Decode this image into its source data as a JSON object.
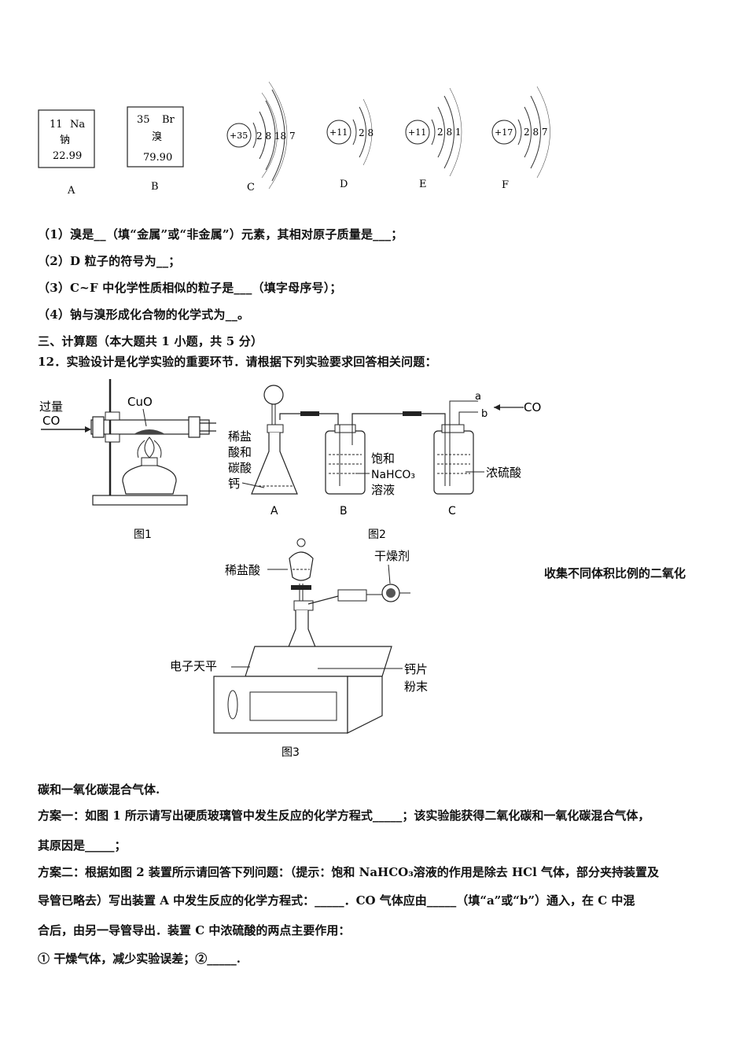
{
  "elements": {
    "A": {
      "number": "11",
      "symbol": "Na",
      "name": "钠",
      "mass": "22.99",
      "label": "A"
    },
    "B": {
      "number": "35",
      "symbol": "Br",
      "name": "溴",
      "mass": "79.90",
      "label": "B"
    },
    "C": {
      "nucleus": "+35",
      "shells": "2 8 18 7",
      "label": "C"
    },
    "D": {
      "nucleus": "+11",
      "shells": "2 8",
      "label": "D"
    },
    "E": {
      "nucleus": "+11",
      "shells": "2 8 1",
      "label": "E"
    },
    "F": {
      "nucleus": "+17",
      "shells": "2 8 7",
      "label": "F"
    }
  },
  "questions": {
    "q1": "（1）溴是__（填“金属”或“非金属”）元素，其相对原子质量是___；",
    "q2": "（2）D 粒子的符号为__；",
    "q3": "（3）C~F 中化学性质相似的粒子是___（填字母序号）；",
    "q4": "（4）钠与溴形成化合物的化学式为__。"
  },
  "section3": "三、计算题（本大题共 1 小题，共 5 分）",
  "q12": "12．实验设计是化学实验的重要环节．请根据下列实验要求回答相关问题：",
  "fig1": {
    "label_co_1": "过量",
    "label_co_2": "CO",
    "cuo": "CuO",
    "caption": "图1"
  },
  "fig2": {
    "acid_1": "稀盐",
    "acid_2": "酸和",
    "acid_3": "碳酸",
    "acid_4": "钙",
    "bottle_b_1": "饱和",
    "bottle_b_2": "NaHCO₃",
    "bottle_b_3": "溶液",
    "bottle_c": "浓硫酸",
    "tube_a": "a",
    "tube_b": "b",
    "co_in": "CO",
    "label_a": "A",
    "label_b": "B",
    "label_c": "C",
    "caption": "图2"
  },
  "fig3": {
    "acid": "稀盐酸",
    "desiccant": "干燥剂",
    "balance": "电子天平",
    "chip_1": "钙片",
    "chip_2": "粉末",
    "caption": "图3"
  },
  "side_note": "收集不同体积比例的二氧化",
  "body": {
    "line1": "碳和一氧化碳混合气体.",
    "line2": "方案一：如图 1 所示请写出硬质玻璃管中发生反应的化学方程式_____；该实验能获得二氧化碳和一氧化碳混合气体，",
    "line3": "其原因是_____；",
    "line4": "方案二：根据如图 2 装置所示请回答下列问题：（提示：饱和 NaHCO₃溶液的作用是除去 HCl 气体，部分夹持装置及",
    "line5": "导管已略去）写出装置 A 中发生反应的化学方程式：_____．CO 气体应由_____（填“a”或“b”）通入，在 C 中混",
    "line6": "合后，由另一导管导出．装置 C 中浓硫酸的两点主要作用：",
    "line7": "① 干燥气体，减少实验误差；②_____."
  }
}
